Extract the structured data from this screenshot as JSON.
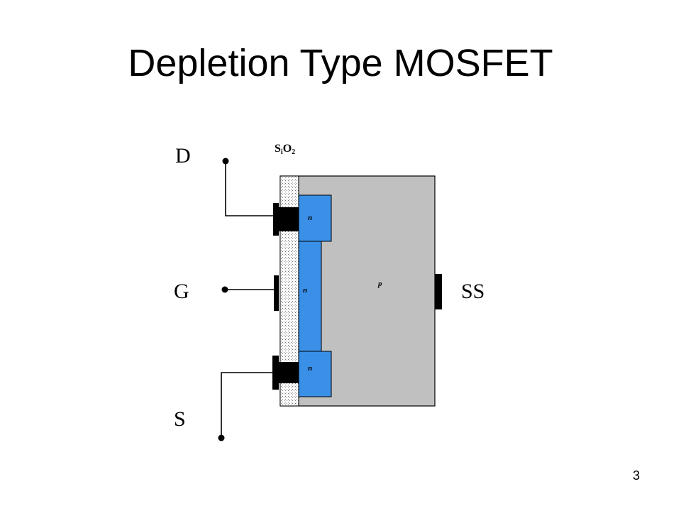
{
  "title": "Depletion Type MOSFET",
  "page_number": "3",
  "diagram": {
    "terminals": {
      "drain": "D",
      "gate": "G",
      "source": "S",
      "substrate": "SS"
    },
    "oxide_label": {
      "base": "S",
      "sub_i": "i",
      "mid": "O",
      "sub_2": "2"
    },
    "regions": {
      "drain_n": "n",
      "channel_n": "n",
      "source_n": "n",
      "substrate_p": "p"
    },
    "colors": {
      "n_region": "#3a8fe6",
      "substrate": "#c0c0c0",
      "oxide_dots": "#777777",
      "contact": "#000000",
      "wire": "#000000"
    }
  }
}
